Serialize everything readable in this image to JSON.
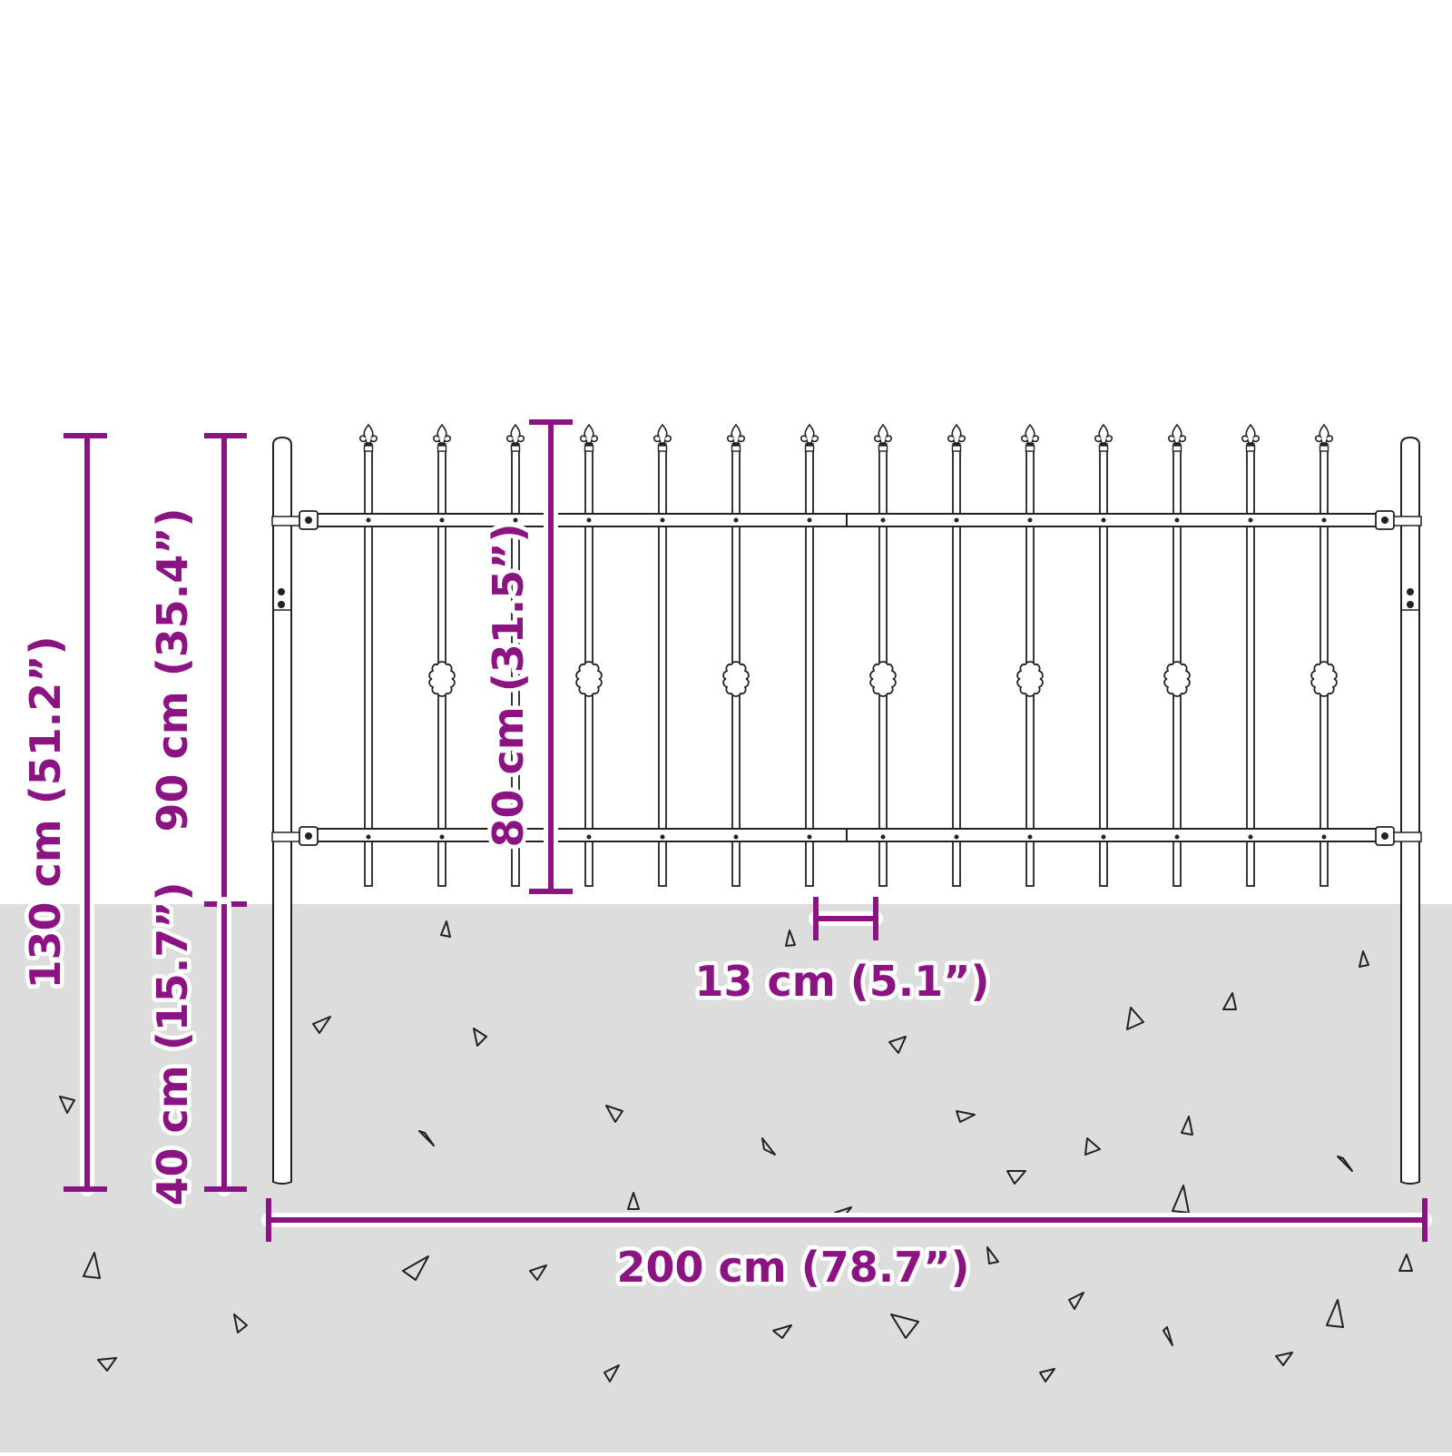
{
  "diagram": {
    "type": "product-dimension-drawing",
    "subject": "garden fence panel with posts and fleur-de-lis spear tops",
    "colors": {
      "accent": "#8c1482",
      "ground": "#dddddd",
      "background": "#ffffff",
      "line": "#222222"
    },
    "dimensions": {
      "total_height": {
        "label": "130 cm (51.2”)",
        "value_cm": 130,
        "value_in": 51.2
      },
      "above_ground_height": {
        "label": "90 cm (35.4”)",
        "value_cm": 90,
        "value_in": 35.4
      },
      "panel_height": {
        "label": "80 cm (31.5”)",
        "value_cm": 80,
        "value_in": 31.5
      },
      "below_ground_depth": {
        "label": "40 cm (15.7”)",
        "value_cm": 40,
        "value_in": 15.7
      },
      "bar_spacing": {
        "label": "13 cm (5.1”)",
        "value_cm": 13,
        "value_in": 5.1
      },
      "total_width": {
        "label": "200 cm (78.7”)",
        "value_cm": 200,
        "value_in": 78.7
      }
    },
    "fence": {
      "posts": 2,
      "vertical_bars": 14,
      "rails": 2,
      "medallion_bars": 7,
      "finial_icon": "fleur-de-lis-icon",
      "medallion_icon": "quatrefoil-icon"
    }
  }
}
